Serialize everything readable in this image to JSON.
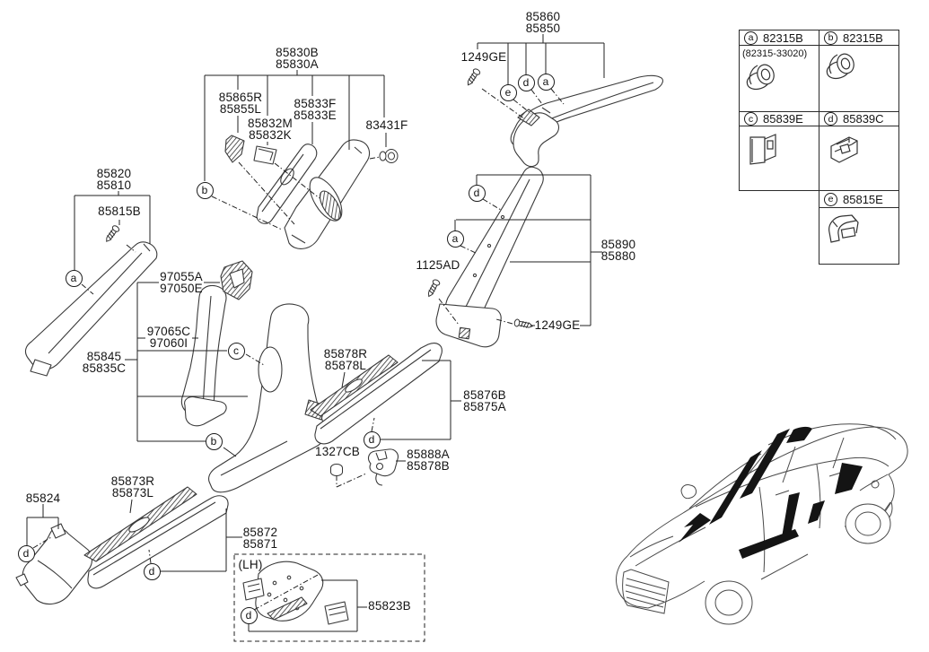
{
  "page": {
    "background": "#ffffff",
    "line_color": "#222222"
  },
  "diagram": {
    "part_labels": [
      "85860",
      "85850",
      "1249GE",
      "85830B",
      "85830A",
      "85865R",
      "85855L",
      "85832M",
      "85832K",
      "85833F",
      "85833E",
      "83431F",
      "85820",
      "85810",
      "85815B",
      "97055A",
      "97050E",
      "97065C",
      "97060I",
      "85845",
      "85835C",
      "85878R",
      "85878L",
      "85876B",
      "85875A",
      "1327CB",
      "85888A",
      "85878B",
      "85824",
      "85873R",
      "85873L",
      "85872",
      "85871",
      "(LH)",
      "85823B",
      "85890",
      "85880",
      "1125AD",
      "1249GE"
    ],
    "callouts": [
      "a",
      "b",
      "b",
      "c",
      "a",
      "d",
      "e",
      "d",
      "a",
      "d",
      "d",
      "d",
      "d"
    ]
  },
  "ref_table": {
    "cells": [
      {
        "letter": "a",
        "part": "82315B",
        "note": "(82315-33020)",
        "icon": "grommet-clip-icon"
      },
      {
        "letter": "b",
        "part": "82315B",
        "icon": "grommet-clip-icon"
      },
      {
        "letter": "c",
        "part": "85839E",
        "icon": "box-clip-icon"
      },
      {
        "letter": "d",
        "part": "85839C",
        "icon": "bracket-clip-icon"
      },
      {
        "letter": "e",
        "part": "85815E",
        "icon": "spring-clip-icon"
      }
    ]
  }
}
